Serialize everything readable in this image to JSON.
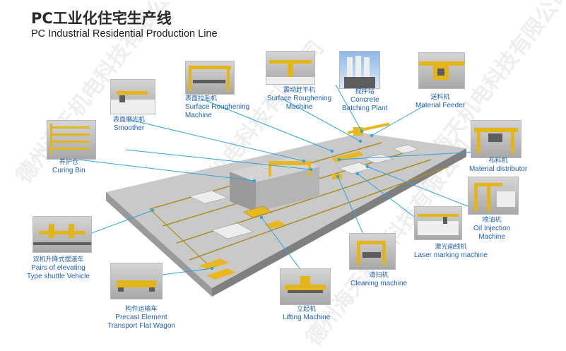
{
  "header": {
    "title_cn": "PC工业化住宅生产线",
    "title_en": "PC Industrial Residential Production Line"
  },
  "watermark": "德州海天机电科技有限公司",
  "colors": {
    "label": "#1e5fb8",
    "machine": "#e8b820",
    "floor": "#c9c9c9",
    "leader": "#29a6df"
  },
  "machines": [
    {
      "id": "smoother",
      "cn": "表面磨光机",
      "en": "Smoother"
    },
    {
      "id": "roughening1",
      "cn": "表面拉毛机",
      "en": "Surface Roughening Machine",
      "en1": "Surface Roughening",
      "en2": "Machine"
    },
    {
      "id": "roughening2",
      "cn": "震动赶平机",
      "en": "Surface Roughening Machine",
      "en1": "Surface Roughening",
      "en2": "Machine"
    },
    {
      "id": "batching",
      "cn": "搅拌站",
      "en": "Concrete Batching Plant",
      "en1": "Concrete",
      "en2": "Batching Plant"
    },
    {
      "id": "feeder",
      "cn": "送料机",
      "en": "Material Feeder"
    },
    {
      "id": "curing",
      "cn": "养护仓",
      "en": "Curing Bin"
    },
    {
      "id": "distributor",
      "cn": "布料机",
      "en": "Material distributor"
    },
    {
      "id": "oil",
      "cn": "喷油机",
      "en": "Oil Injection Machine",
      "en1": "Oil Injection",
      "en2": "Machine"
    },
    {
      "id": "shuttle",
      "cn": "双机升降式摆渡车",
      "en": "Pairs of elevating Type shuttle Vehicle",
      "en1": "Pairs of elevating",
      "en2": "Type shuttle Vehicle"
    },
    {
      "id": "laser",
      "cn": "激光画线机",
      "en": "Laser marking machine"
    },
    {
      "id": "cleaning",
      "cn": "清扫机",
      "en": "Cleaning machine"
    },
    {
      "id": "wagon",
      "cn": "构件运输车",
      "en": "Precast Element Transport Flat Wagon",
      "en1": "Precast Element",
      "en2": "Transport Flat Wagon"
    },
    {
      "id": "lifting",
      "cn": "立起机",
      "en": "Lifting Machine"
    }
  ]
}
